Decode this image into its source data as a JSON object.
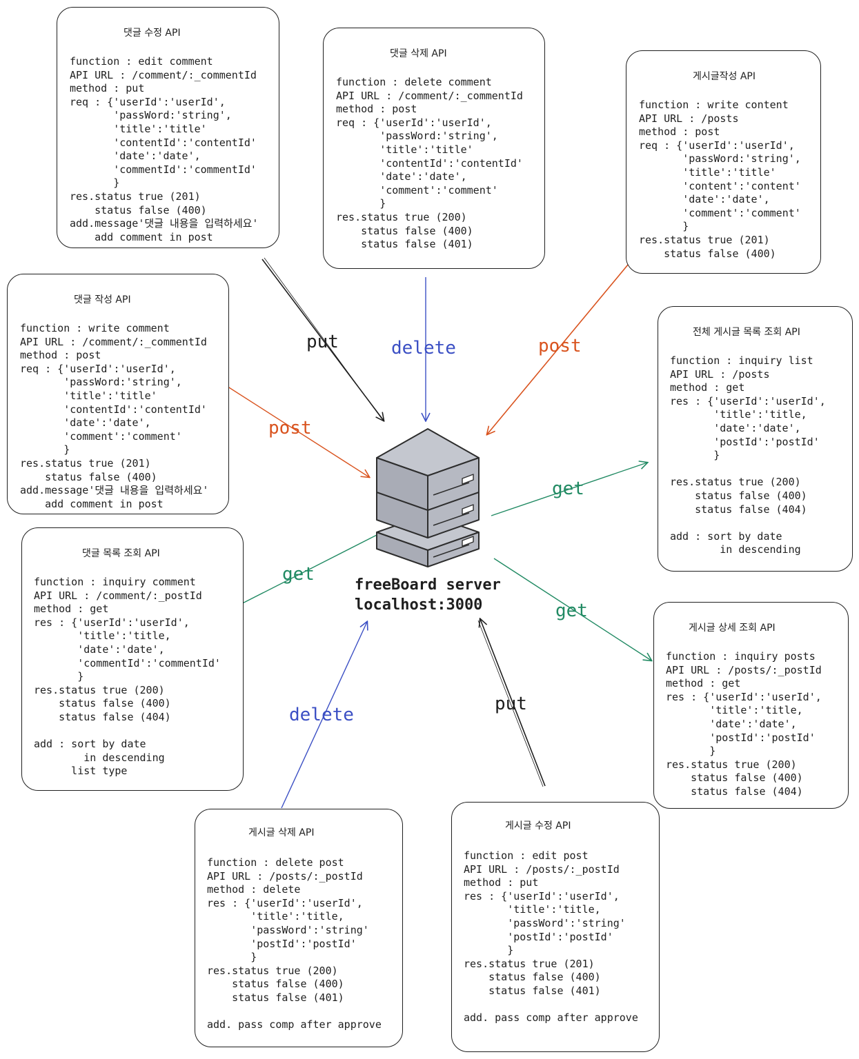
{
  "server": {
    "line1": "freeBoard server",
    "line2": "localhost:3000",
    "icon": "server-stack-icon"
  },
  "colors": {
    "put": "#1e1e1e",
    "delete": "#3b4fc4",
    "post": "#d9531e",
    "get": "#218a63"
  },
  "arrow_labels": {
    "put_top": "put",
    "delete_top": "delete",
    "post_top": "post",
    "post_left": "post",
    "get_right": "get",
    "get_left": "get",
    "get_bottom_right": "get",
    "delete_bottom": "delete",
    "put_bottom": "put"
  },
  "cards": {
    "comment_edit": {
      "title": "댓글 수정 API",
      "body": "function : edit comment\nAPI URL : /comment/:_commentId\nmethod : put\nreq : {'userId':'userId',\n       'passWord:'string',\n       'title':'title'\n       'contentId':'contentId'\n       'date':'date',\n       'commentId':'commentId'\n       }\nres.status true (201)\n    status false (400)\nadd.message'댓글 내용을 입력하세요'\n    add comment in post"
    },
    "comment_delete": {
      "title": "댓글 삭제 API",
      "body": "function : delete comment\nAPI URL : /comment/:_commentId\nmethod : post\nreq : {'userId':'userId',\n       'passWord:'string',\n       'title':'title'\n       'contentId':'contentId'\n       'date':'date',\n       'comment':'comment'\n       }\nres.status true (200)\n    status false (400)\n    status false (401)"
    },
    "post_write": {
      "title": "게시글작성 API",
      "body": "function : write content\nAPI URL : /posts\nmethod : post\nreq : {'userId':'userId',\n       'passWord:'string',\n       'title':'title'\n       'content':'content'\n       'date':'date',\n       'comment':'comment'\n       }\nres.status true (201)\n    status false (400)"
    },
    "comment_write": {
      "title": "댓글 작성 API",
      "body": "function : write comment\nAPI URL : /comment/:_commentId\nmethod : post\nreq : {'userId':'userId',\n       'passWord:'string',\n       'title':'title'\n       'contentId':'contentId'\n       'date':'date',\n       'comment':'comment'\n       }\nres.status true (201)\n    status false (400)\nadd.message'댓글 내용을 입력하세요'\n    add comment in post"
    },
    "post_list": {
      "title": "전체 게시글 목록 조회 API",
      "body": "function : inquiry list\nAPI URL : /posts\nmethod : get\nres : {'userId':'userId',\n       'title':'title,\n       'date':'date',\n       'postId':'postId'\n       }\n\nres.status true (200)\n    status false (400)\n    status false (404)\n\nadd : sort by date\n        in descending"
    },
    "comment_list": {
      "title": "댓글 목록 조회 API",
      "body": "function : inquiry comment\nAPI URL : /comment/:_postId\nmethod : get\nres : {'userId':'userId',\n       'title':'title,\n       'date':'date',\n       'commentId':'commentId'\n       }\nres.status true (200)\n    status false (400)\n    status false (404)\n\nadd : sort by date\n        in descending\n      list type"
    },
    "post_detail": {
      "title": "게시글 상세 조회 API",
      "body": "function : inquiry posts\nAPI URL : /posts/:_postId\nmethod : get\nres : {'userId':'userId',\n       'title':'title,\n       'date':'date',\n       'postId':'postId'\n       }\nres.status true (200)\n    status false (400)\n    status false (404)"
    },
    "post_delete": {
      "title": "게시글 삭제 API",
      "body": "function : delete post\nAPI URL : /posts/:_postId\nmethod : delete\nres : {'userId':'userId',\n       'title':'title,\n       'passWord':'string'\n       'postId':'postId'\n       }\nres.status true (200)\n    status false (400)\n    status false (401)\n\nadd. pass comp after approve"
    },
    "post_edit": {
      "title": "게시글 수정 API",
      "body": "function : edit post\nAPI URL : /posts/:_postId\nmethod : put\nres : {'userId':'userId',\n       'title':'title,\n       'passWord':'string'\n       'postId':'postId'\n       }\nres.status true (201)\n    status false (400)\n    status false (401)\n\nadd. pass comp after approve"
    }
  }
}
